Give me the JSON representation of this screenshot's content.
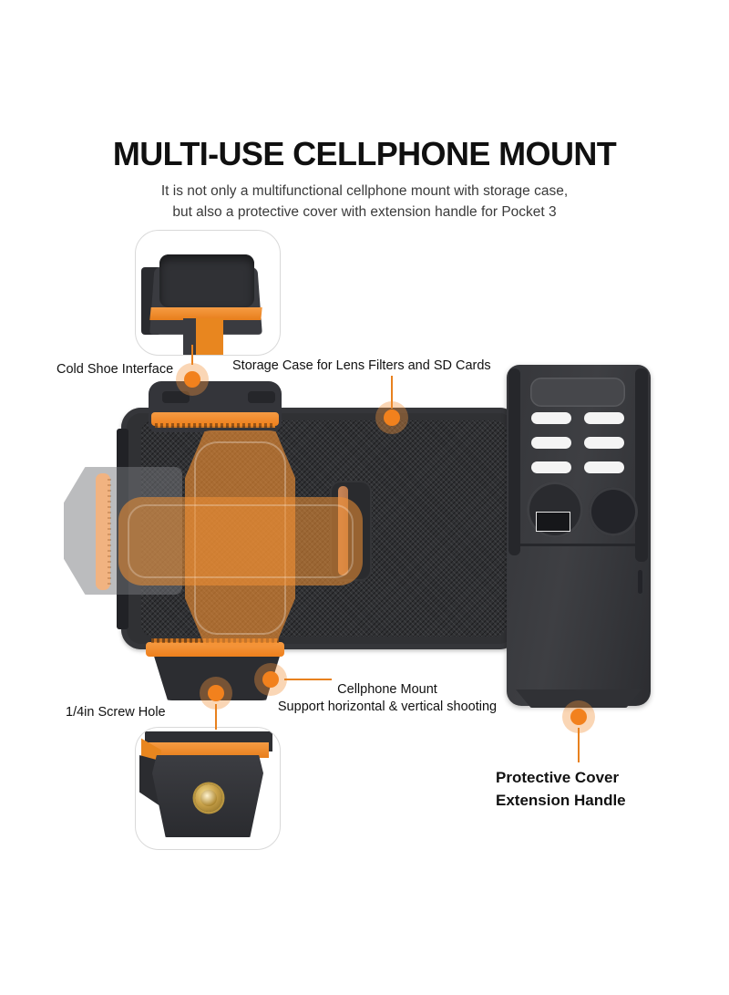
{
  "header": {
    "title": "MULTI-USE CELLPHONE MOUNT",
    "subtitle_line1": "It is not only a multifunctional cellphone mount with storage case,",
    "subtitle_line2": "but also a protective cover with extension handle for Pocket 3"
  },
  "callouts": {
    "cold_shoe": "Cold Shoe Interface",
    "storage_case": "Storage Case for Lens Filters and SD Cards",
    "screw_hole": "1/4in Screw Hole",
    "cellphone_mount_title": "Cellphone Mount",
    "cellphone_mount_desc": "Support horizontal & vertical shooting",
    "protective_cover_line1": "Protective Cover",
    "protective_cover_line2": "Extension Handle"
  },
  "colors": {
    "accent_orange": "#F2811D",
    "accent_orange_light": "#F59B43",
    "body_dark": "#303134",
    "text_dark": "#101010",
    "subtitle_gray": "#3a3a3a",
    "inset_border": "#d9d9d9",
    "screw_brass": "#c9a24a",
    "background": "#ffffff"
  },
  "cover_grille": {
    "slot_count": 6,
    "rows": 3,
    "columns": 2
  }
}
